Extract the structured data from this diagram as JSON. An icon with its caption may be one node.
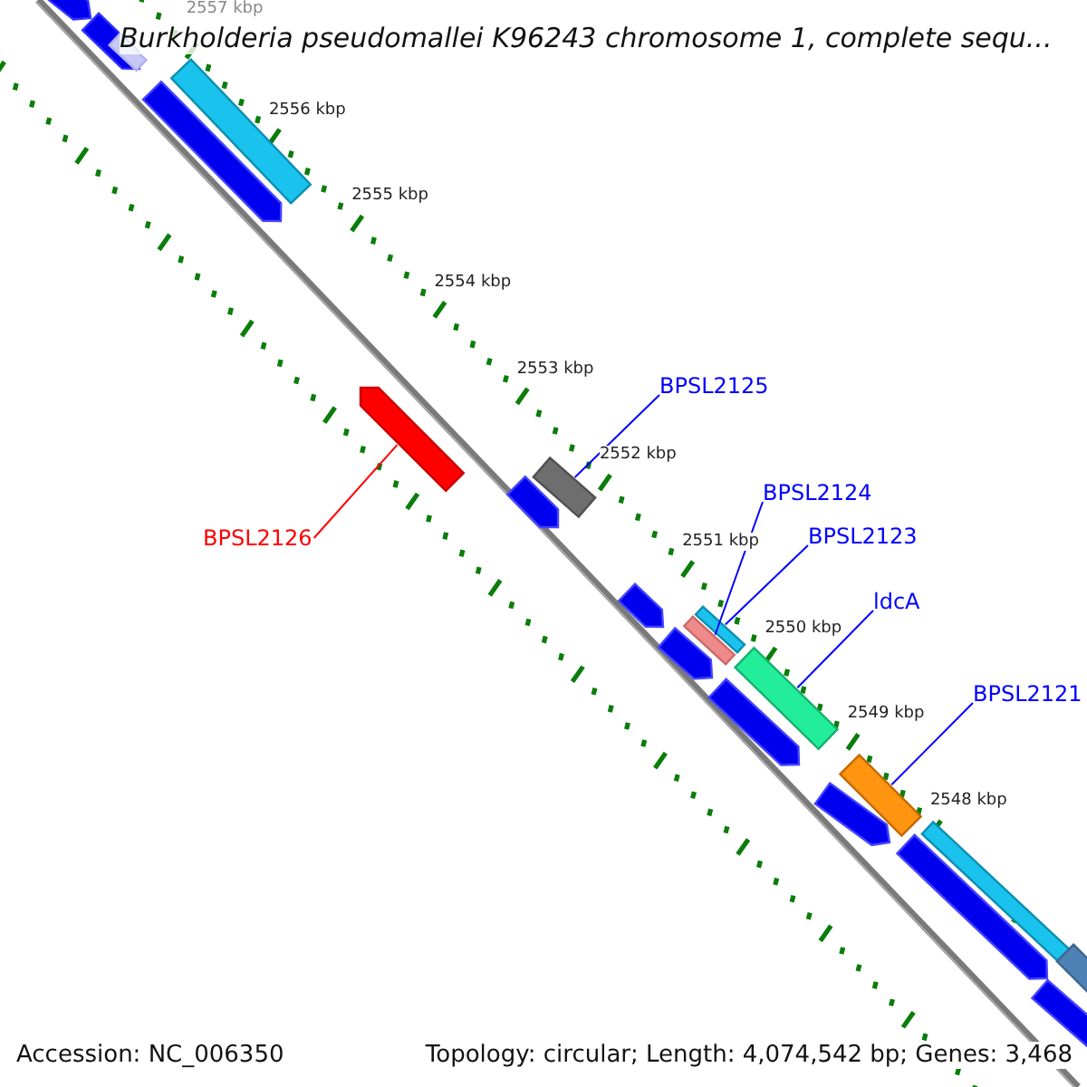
{
  "diagram": {
    "title": "Burkholderia pseudomallei K96243 chromosome 1, complete sequ...",
    "nodes": [
      {
        "text": [
          "BPSL2125"
        ]
      },
      {
        "text": [],
        "shape": "bar"
      },
      {
        "text": [
          "BPSL2124"
        ]
      },
      {
        "text": [],
        "shape": "bar"
      },
      {
        "text": [
          "BPSL2123"
        ]
      },
      {
        "text": [],
        "shape": "bar"
      },
      {
        "text": [
          "ldcA"
        ]
      },
      {
        "text": [],
        "shape": "bar"
      },
      {
        "text": [
          "BPSL2126"
        ]
      },
      {
        "text": [],
        "shape": "bar"
      },
      {
        "text": [
          "BPSL2121"
        ]
      },
      {
        "text": [],
        "shape": "bar"
      },
      {
        "text": [],
        "shape": "bar"
      },
      {
        "text": [],
        "shape": "bar"
      },
      {
        "text": [],
        "shape": "bar"
      },
      {
        "text": [],
        "shape": "bar"
      },
      {
        "text": [],
        "shape": "bar"
      },
      {
        "text": [],
        "shape": "bar"
      },
      {
        "text": [],
        "shape": "bar"
      },
      {
        "text": [],
        "shape": "bar"
      },
      {
        "text": [],
        "shape": "bar"
      },
      {
        "text": [],
        "shape": "bar"
      },
      {
        "text": [],
        "shape": "bar"
      },
      {
        "text": [],
        "shape": "bar"
      },
      {
        "text": [],
        "shape": "bar"
      },
      {
        "text": [],
        "shape": "bar"
      }
    ],
    "edges": [
      {
        "from": 0,
        "to": 1,
        "arrow": "none"
      },
      {
        "from": 2,
        "to": 3,
        "arrow": "none"
      },
      {
        "from": 4,
        "to": 5,
        "arrow": "none"
      },
      {
        "from": 6,
        "to": 7,
        "arrow": "none"
      },
      {
        "from": 8,
        "to": 9,
        "arrow": "none",
        "color": "#ff0000"
      },
      {
        "from": 10,
        "to": 11,
        "arrow": "none"
      }
    ],
    "labels": [
      "2557 kbp",
      "2556 kbp",
      "2555 kbp",
      "2554 kbp",
      "2553 kbp",
      "2552 kbp",
      "2551 kbp",
      "2550 kbp",
      "2549 kbp",
      "2548 kbp",
      "Accession: NC_006350",
      "Topology: circular; Length: 4,074,542 bp; Genes: 3,468"
    ]
  }
}
